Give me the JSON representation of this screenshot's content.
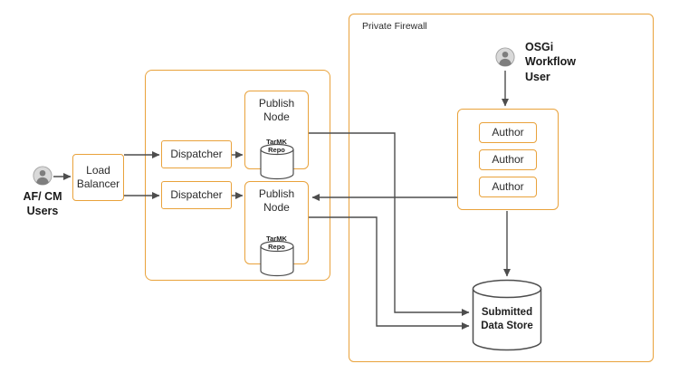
{
  "colors": {
    "accent_orange": "#E9A23B",
    "arrow_gray": "#4D4D4D",
    "text_dark": "#2B2B2B"
  },
  "icons": {
    "afcm_user": "person-icon",
    "osgi_user": "person-icon"
  },
  "diagram": {
    "afcm_users_label": "AF/ CM\nUsers",
    "load_balancer_label": "Load\nBalancer",
    "dispatchers": [
      "Dispatcher",
      "Dispatcher"
    ],
    "publish_nodes": [
      {
        "label": "Publish\nNode",
        "repo_label": "TarMK\nRepo"
      },
      {
        "label": "Publish\nNode",
        "repo_label": "TarMK\nRepo"
      }
    ],
    "private_firewall_label": "Private Firewall",
    "osgi_user_label": "OSGi\nWorkflow\nUser",
    "authors": [
      "Author",
      "Author",
      "Author"
    ],
    "data_store_label": "Submitted\nData Store"
  }
}
